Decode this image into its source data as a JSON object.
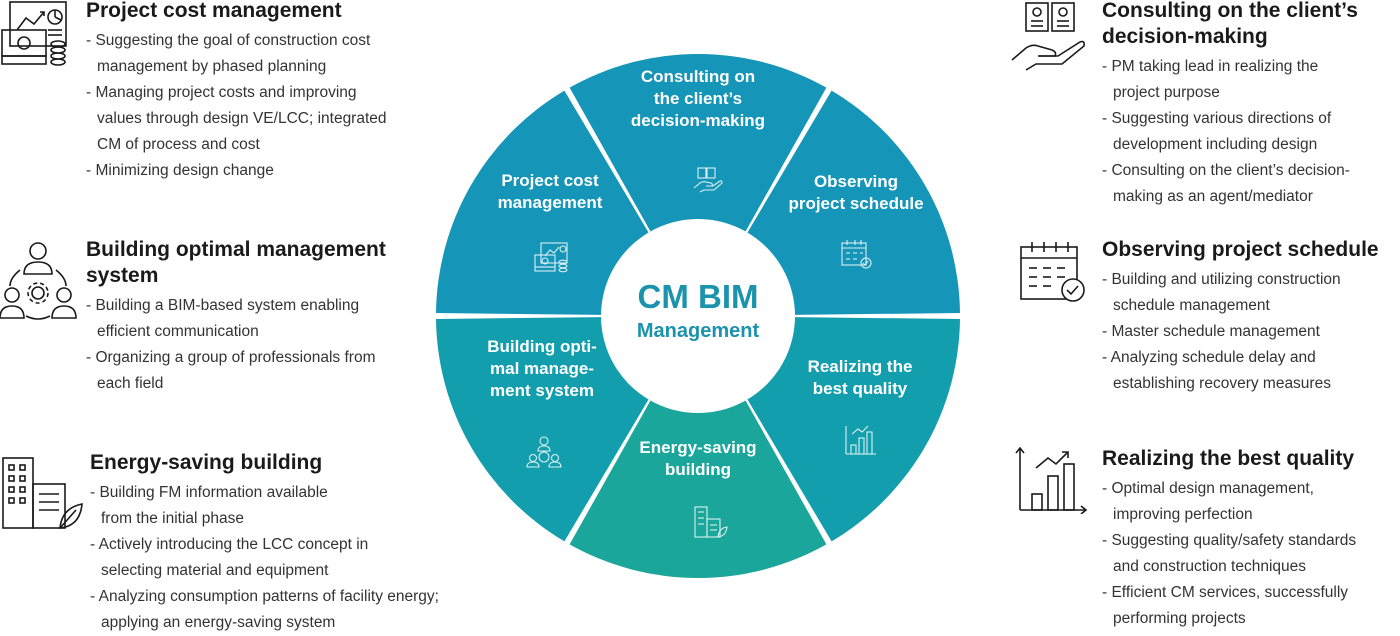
{
  "center": {
    "title": "CM BIM",
    "subtitle": "Management"
  },
  "colors": {
    "seg_top": "#1595b8",
    "seg_mid": "#139eae",
    "seg_bottom": "#1aa69b",
    "center_text": "#1b93ad",
    "icon_white": "#ffffff",
    "icon_dark": "#1a1a1a"
  },
  "segments": [
    {
      "lines": [
        "Consulting on",
        "the client’s",
        "decision-making"
      ],
      "icon": "hand-documents-icon"
    },
    {
      "lines": [
        "Observing",
        "project schedule"
      ],
      "icon": "calendar-check-icon"
    },
    {
      "lines": [
        "Realizing the",
        "best quality"
      ],
      "icon": "bar-chart-up-icon"
    },
    {
      "lines": [
        "Energy-saving",
        "building"
      ],
      "icon": "buildings-leaf-icon"
    },
    {
      "lines": [
        "Building opti-",
        "mal manage-",
        "ment system"
      ],
      "icon": "people-network-icon"
    },
    {
      "lines": [
        "Project cost",
        "management"
      ],
      "icon": "cost-chart-money-icon"
    }
  ],
  "left": [
    {
      "title_lines": [
        "Project cost management"
      ],
      "icon": "cost-chart-money-icon",
      "items": [
        "Suggesting the goal of construction cost management by phased planning",
        "Managing project costs and improving values through design VE/LCC; integrated CM of process and cost",
        "Minimizing design change"
      ]
    },
    {
      "title_lines": [
        "Building optimal management",
        "system"
      ],
      "icon": "people-network-icon",
      "items": [
        "Building a BIM-based system enabling efficient communication",
        "Organizing a group of professionals from each field"
      ]
    },
    {
      "title_lines": [
        "Energy-saving building"
      ],
      "icon": "buildings-leaf-icon",
      "items": [
        "Building FM information available from the initial phase",
        "Actively introducing the LCC concept in selecting material and equipment",
        "Analyzing consumption patterns of facility energy; applying an energy-saving system"
      ]
    }
  ],
  "right": [
    {
      "title_lines": [
        "Consulting on the client’s",
        "decision-making"
      ],
      "icon": "hand-documents-icon",
      "items": [
        "PM taking lead in realizing the project purpose",
        "Suggesting various directions of development including design",
        "Consulting on the client’s decision-making as an agent/mediator"
      ]
    },
    {
      "title_lines": [
        "Observing project schedule"
      ],
      "icon": "calendar-check-icon",
      "items": [
        "Building and utilizing construction schedule management",
        "Master schedule management",
        "Analyzing schedule delay and establishing recovery measures"
      ]
    },
    {
      "title_lines": [
        "Realizing the best quality"
      ],
      "icon": "bar-chart-up-icon",
      "items": [
        "Optimal design management, improving perfection",
        "Suggesting quality/safety standards and construction techniques",
        "Efficient CM services, successfully performing projects"
      ]
    }
  ]
}
